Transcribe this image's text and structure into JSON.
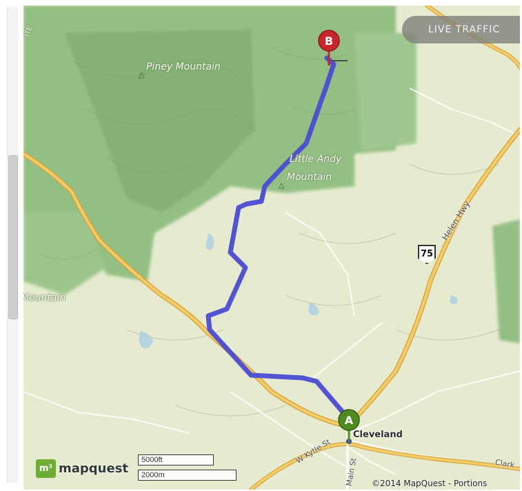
{
  "map": {
    "place_labels": {
      "piney": "Piney Mountain",
      "little_andy_line1": "Little Andy",
      "little_andy_line2": "Mountain",
      "mountain_left": "Mountain"
    },
    "edge_label": "ITE",
    "town": "Cleveland",
    "streets": {
      "w_kytle": "W Kytle St",
      "main": "Main St",
      "helen_hwy": "Helen Hwy",
      "clark": "Clark"
    },
    "highway_shield": "75",
    "live_traffic_label": "LIVE TRAFFIC",
    "markers": {
      "start": "A",
      "end": "B"
    },
    "brand": {
      "logo_mark": "m³",
      "name": "mapquest"
    },
    "scale": {
      "imperial": "5000ft",
      "metric": "2000m"
    },
    "copyright": "©2014 MapQuest  -  Portions",
    "colors": {
      "route": "#4b4cd4",
      "forest": "#8fbd7f",
      "terrain": "#e7eccf",
      "highway": "#f1c35a",
      "start_marker": "#4f8a1f",
      "end_marker": "#c9262b",
      "water": "#a9cde3"
    },
    "icons": [
      "peak-icon",
      "route-start-marker",
      "route-end-marker",
      "mapquest-logo"
    ]
  }
}
